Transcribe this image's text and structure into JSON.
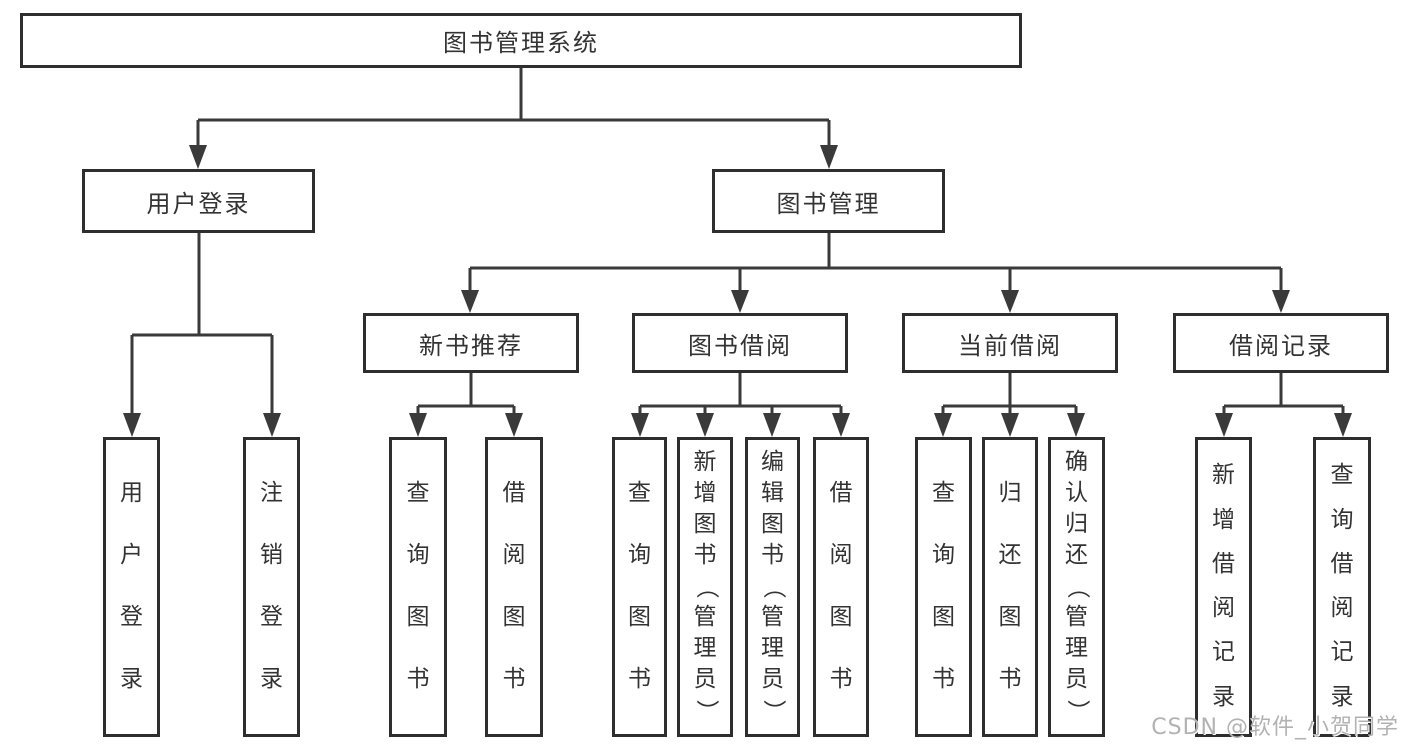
{
  "diagram": {
    "root": {
      "label": "图书管理系统"
    },
    "branches": [
      {
        "label": "用户登录",
        "children": [
          {
            "label": "用户登录"
          },
          {
            "label": "注销登录"
          }
        ]
      },
      {
        "label": "图书管理",
        "children": [
          {
            "label": "新书推荐",
            "children": [
              {
                "label": "查询图书"
              },
              {
                "label": "借阅图书"
              }
            ]
          },
          {
            "label": "图书借阅",
            "children": [
              {
                "label": "查询图书"
              },
              {
                "label": "新增图书（管理员）"
              },
              {
                "label": "编辑图书（管理员）"
              },
              {
                "label": "借阅图书"
              }
            ]
          },
          {
            "label": "当前借阅",
            "children": [
              {
                "label": "查询图书"
              },
              {
                "label": "归还图书"
              },
              {
                "label": "确认归还（管理员）"
              }
            ]
          },
          {
            "label": "借阅记录",
            "children": [
              {
                "label": "新增借阅记录"
              },
              {
                "label": "查询借阅记录"
              }
            ]
          }
        ]
      }
    ]
  },
  "watermark": {
    "text": "CSDN @软件_小贺同学"
  },
  "colors": {
    "line": "#3a3a3a",
    "box_border": "#2e2e2e",
    "text": "#333333",
    "watermark": "#b2b2b2",
    "background": "#ffffff"
  }
}
